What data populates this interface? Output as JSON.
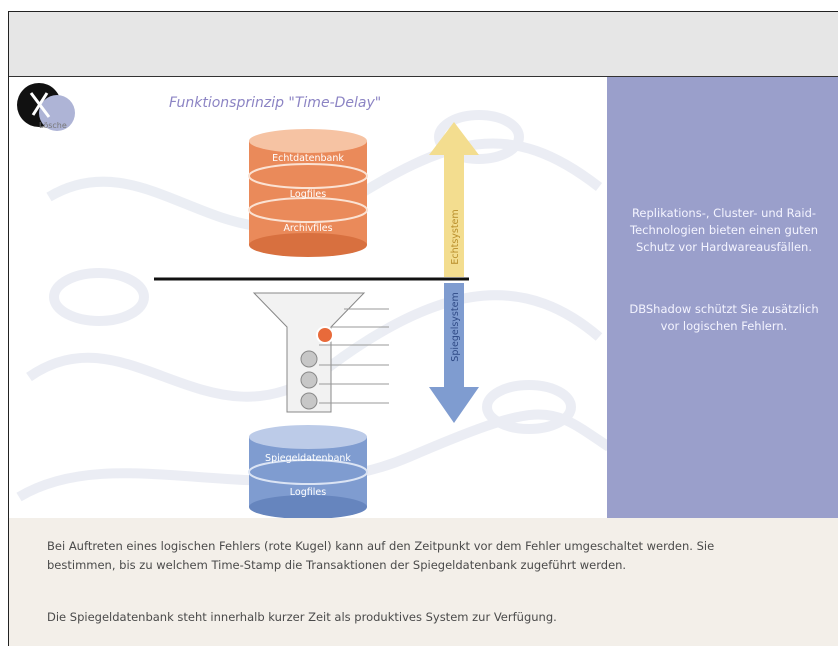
{
  "slide": {
    "title": "Funktionsprinzip \"Time-Delay\"",
    "logo_text": "Lösche",
    "source_db": [
      "Echtdatenbank",
      "Logfiles",
      "Archivfiles"
    ],
    "mirror_db": [
      "Spiegeldatenbank",
      "Logfiles"
    ],
    "arrow_up_label": "Echtsystem",
    "arrow_down_label": "Spiegelsystem",
    "side_text_1": "Replikations-, Cluster- und Raid-Technologien bieten einen guten Schutz vor Hardwareausfällen.",
    "side_text_2": "DBShadow schützt Sie zusätzlich vor logischen Fehlern."
  },
  "caption": {
    "paragraph_1": "Bei Auftreten eines logischen Fehlers (rote Kugel) kann auf den Zeitpunkt vor dem Fehler umgeschaltet werden. Sie bestimmen, bis zu welchem Time-Stamp die Transaktionen der Spiegeldatenbank zugeführt werden.",
    "paragraph_2": "Die Spiegeldatenbank steht innerhalb kurzer Zeit als produktives System zur Verfügung."
  },
  "colors": {
    "source_db": "#ea8a5a",
    "mirror_db": "#7f9cd0",
    "side_panel": "#9a9fcb",
    "arrow_up": "#f3dd8f",
    "arrow_down": "#7f9cd0",
    "error_ball": "#e86a3a"
  }
}
